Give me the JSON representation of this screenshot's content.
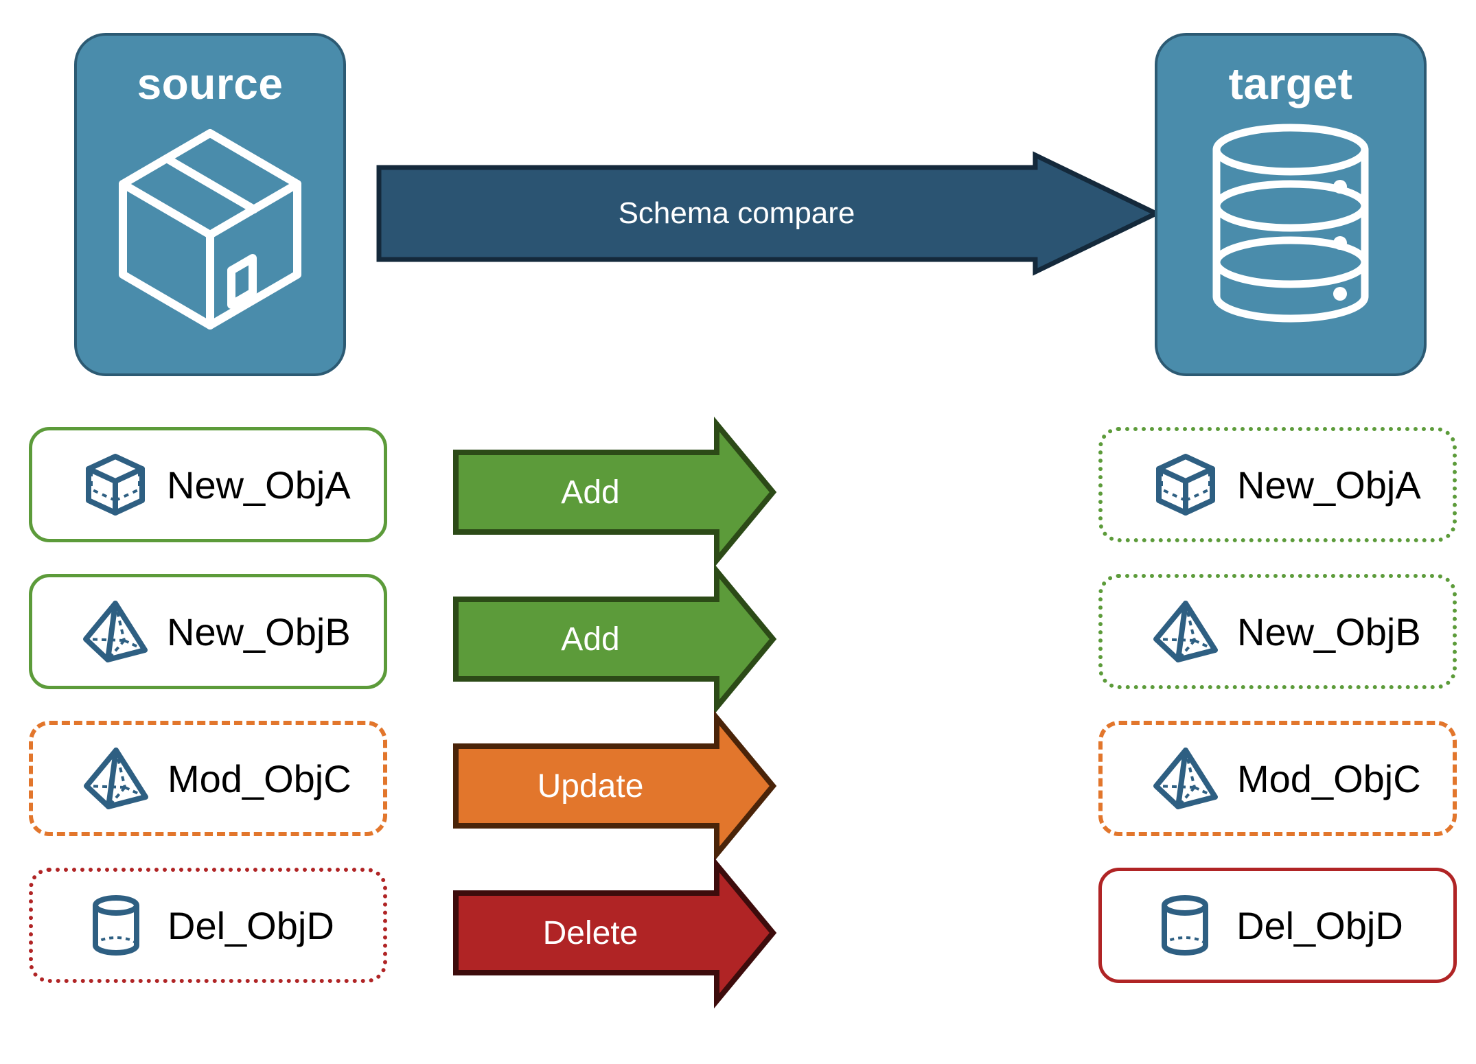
{
  "colors": {
    "endpoint_fill": "#4a8cab",
    "endpoint_border": "#2c5a73",
    "compare_arrow_fill": "#2b5472",
    "compare_arrow_border": "#14293b",
    "add_fill": "#5c9b3a",
    "add_border": "#2c4a17",
    "update_fill": "#e2762c",
    "update_border": "#4a2409",
    "delete_fill": "#b02425",
    "delete_border": "#3d0c0c",
    "object_icon": "#2e5f82",
    "object_text": "#000000",
    "green": "#5c9b3a",
    "orange": "#e2762c",
    "red": "#b02425"
  },
  "endpoints": {
    "source": {
      "title": "source",
      "icon": "package-box-icon"
    },
    "target": {
      "title": "target",
      "icon": "database-cylinder-icon"
    }
  },
  "compare": {
    "label": "Schema compare",
    "icon": "right-arrow-icon"
  },
  "rows": [
    {
      "action": "Add",
      "source": {
        "label": "New_ObjA",
        "icon": "wireframe-cube-icon",
        "border_style": "solid",
        "border_color": "#5c9b3a"
      },
      "target": {
        "label": "New_ObjA",
        "icon": "wireframe-cube-icon",
        "border_style": "dotted",
        "border_color": "#5c9b3a"
      },
      "arrow_fill": "#5c9b3a",
      "arrow_border": "#2c4a17"
    },
    {
      "action": "Add",
      "source": {
        "label": "New_ObjB",
        "icon": "wireframe-pyramid-icon",
        "border_style": "solid",
        "border_color": "#5c9b3a"
      },
      "target": {
        "label": "New_ObjB",
        "icon": "wireframe-pyramid-icon",
        "border_style": "dotted",
        "border_color": "#5c9b3a"
      },
      "arrow_fill": "#5c9b3a",
      "arrow_border": "#2c4a17"
    },
    {
      "action": "Update",
      "source": {
        "label": "Mod_ObjC",
        "icon": "wireframe-pyramid-icon",
        "border_style": "dashed",
        "border_color": "#e2762c"
      },
      "target": {
        "label": "Mod_ObjC",
        "icon": "wireframe-pyramid-icon",
        "border_style": "dashed",
        "border_color": "#e2762c"
      },
      "arrow_fill": "#e2762c",
      "arrow_border": "#4a2409"
    },
    {
      "action": "Delete",
      "source": {
        "label": "Del_ObjD",
        "icon": "wireframe-cylinder-icon",
        "border_style": "dotted",
        "border_color": "#b02425"
      },
      "target": {
        "label": "Del_ObjD",
        "icon": "wireframe-cylinder-icon",
        "border_style": "solid",
        "border_color": "#b02425"
      },
      "arrow_fill": "#b02425",
      "arrow_border": "#3d0c0c"
    }
  ]
}
